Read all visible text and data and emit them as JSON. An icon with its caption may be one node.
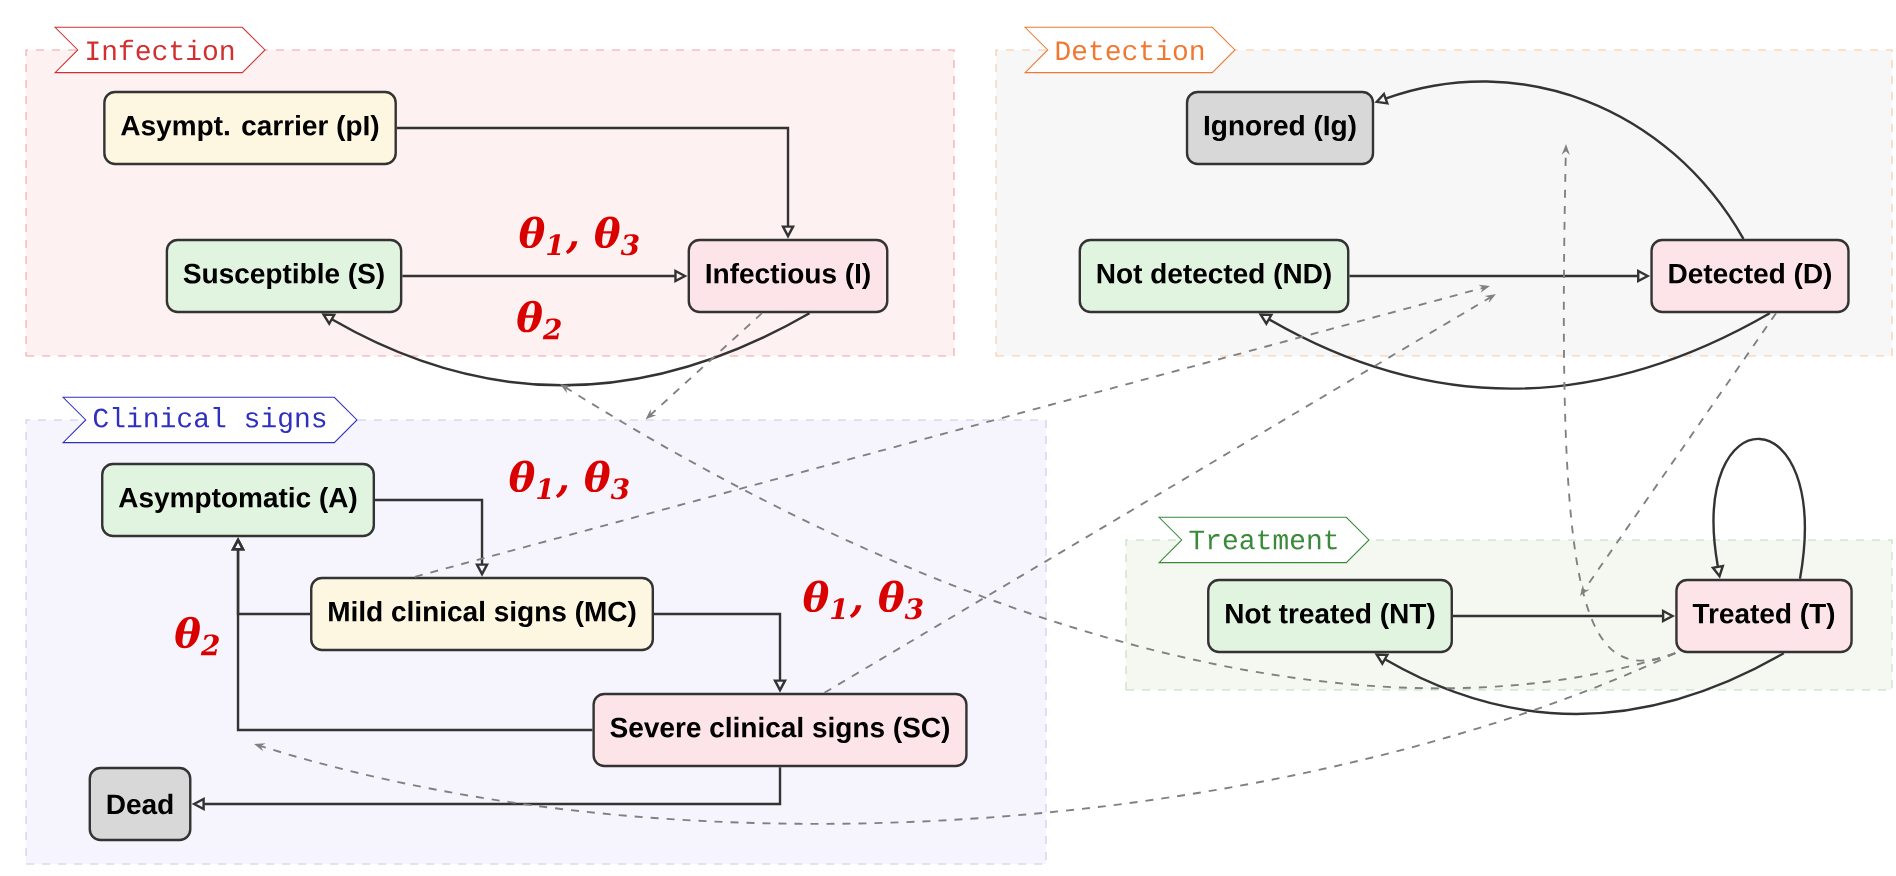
{
  "diagram": {
    "nodes": [
      {
        "text": [
          "Infection"
        ]
      },
      {
        "text": [
          "Asympt. carrier (pI)"
        ],
        "in": 0
      },
      {
        "text": [
          "Susceptible (S)"
        ],
        "in": 0
      },
      {
        "text": [
          "Infectious (I)"
        ],
        "in": 0
      },
      {
        "text": [
          "Detection"
        ]
      },
      {
        "text": [
          "Ignored (Ig)"
        ],
        "in": 4
      },
      {
        "text": [
          "Not detected (ND)"
        ],
        "in": 4
      },
      {
        "text": [
          "Detected (D)"
        ],
        "in": 4
      },
      {
        "text": [
          "Clinical signs"
        ]
      },
      {
        "text": [
          "Asymptomatic (A)"
        ],
        "in": 8
      },
      {
        "text": [
          "Mild clinical signs (MC)"
        ],
        "in": 8
      },
      {
        "text": [
          "Severe clinical signs (SC)"
        ],
        "in": 8
      },
      {
        "text": [
          "Dead"
        ],
        "in": 8
      },
      {
        "text": [
          "Treatment"
        ]
      },
      {
        "text": [
          "Not treated (NT)"
        ],
        "in": 13
      },
      {
        "text": [
          "Treated (T)"
        ],
        "in": 13
      }
    ],
    "edges": [
      {
        "from": 1,
        "to": 3,
        "arrow": "to"
      },
      {
        "from": 2,
        "to": 3,
        "arrow": "to",
        "label": "θ$_{1}$, θ$_{3}$"
      },
      {
        "from": 3,
        "to": 2,
        "arrow": "to",
        "label": "θ$_{2}$"
      },
      {
        "from": 9,
        "to": 10,
        "arrow": "to",
        "label": "θ$_{1}$, θ$_{3}$"
      },
      {
        "from": 10,
        "to": 11,
        "arrow": "to",
        "label": "θ$_{1}$, θ$_{3}$"
      },
      {
        "from": 10,
        "to": 9,
        "arrow": "to",
        "label": "θ$_{2}$"
      },
      {
        "from": 11,
        "to": 9,
        "arrow": "to"
      },
      {
        "from": 11,
        "to": 12,
        "arrow": "to"
      },
      {
        "from": 6,
        "to": 7,
        "arrow": "to"
      },
      {
        "from": 7,
        "to": 6,
        "arrow": "to"
      },
      {
        "from": 7,
        "to": 5,
        "arrow": "to"
      },
      {
        "from": 14,
        "to": 15,
        "arrow": "to"
      },
      {
        "from": 15,
        "to": 14,
        "arrow": "to"
      },
      {
        "from": 15,
        "to": 15,
        "arrow": "to"
      },
      {
        "from": 3,
        "to": 8,
        "arrow": "to",
        "style": "dashed",
        "color": "#808080"
      },
      {
        "from": 10,
        "to": null,
        "arrow": "to",
        "style": "dashed",
        "color": "#808080"
      },
      {
        "from": 11,
        "to": null,
        "arrow": "to",
        "style": "dashed",
        "color": "#808080"
      },
      {
        "from": 7,
        "to": null,
        "arrow": "to",
        "style": "dashed",
        "color": "#808080"
      },
      {
        "from": 15,
        "to": null,
        "arrow": "to",
        "style": "dashed",
        "color": "#808080"
      },
      {
        "from": 15,
        "to": null,
        "arrow": "to",
        "style": "dashed",
        "color": "#808080"
      },
      {
        "from": 15,
        "to": null,
        "arrow": "to",
        "style": "dashed",
        "color": "#808080"
      }
    ]
  }
}
